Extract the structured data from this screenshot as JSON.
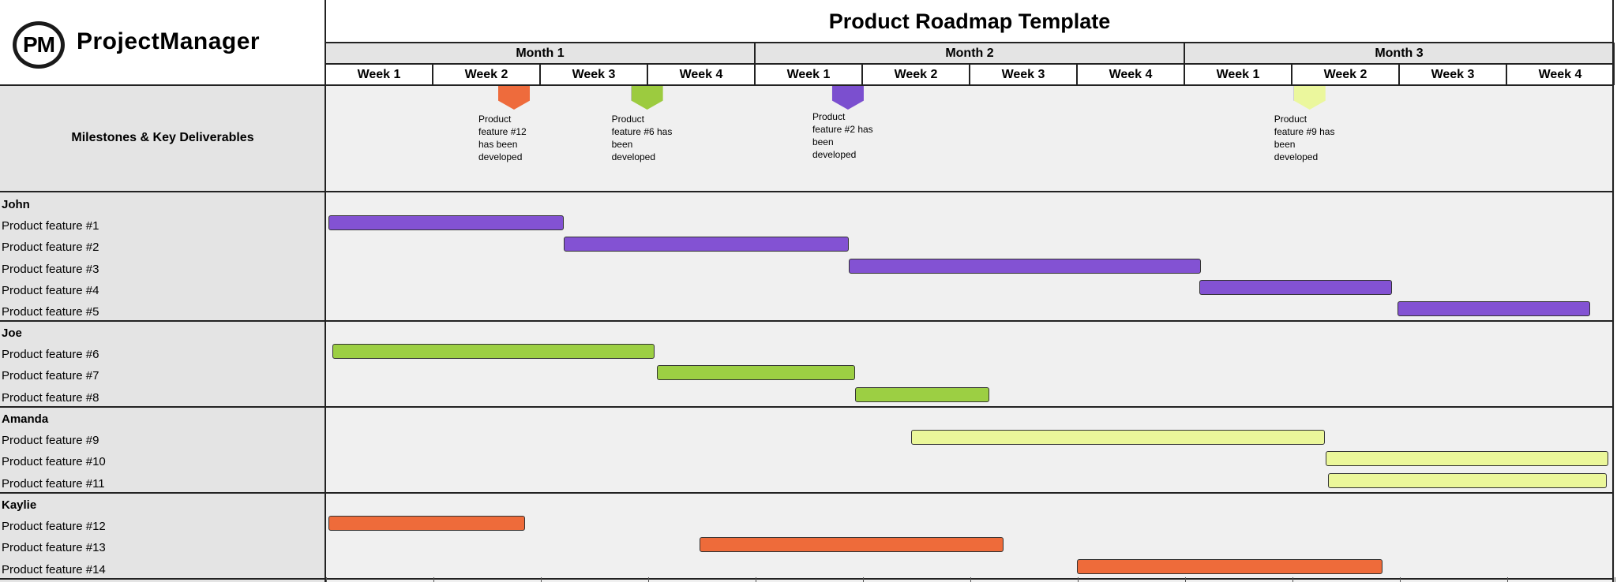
{
  "logo": {
    "mark": "PM",
    "name": "ProjectManager"
  },
  "title": "Product Roadmap Template",
  "months": [
    "Month 1",
    "Month 2",
    "Month 3"
  ],
  "weeks": [
    "Week 1",
    "Week 2",
    "Week 3",
    "Week 4",
    "Week 1",
    "Week 2",
    "Week 3",
    "Week 4",
    "Week 1",
    "Week 2",
    "Week 3",
    "Week 4"
  ],
  "milestones_header": "Milestones & Key Deliverables",
  "milestones": [
    {
      "week_pos": 1.75,
      "color": "#ee6b3c",
      "label": "Product feature #12 has been developed"
    },
    {
      "week_pos": 2.99,
      "color": "#9ccb3f",
      "label": "Product feature #6 has been developed"
    },
    {
      "week_pos": 4.86,
      "color": "#7b4fcf",
      "label": "Product feature #2 has been developed"
    },
    {
      "week_pos": 9.16,
      "color": "#ebf79d",
      "label": "Product feature #9 has been developed"
    }
  ],
  "groups": [
    {
      "owner": "John",
      "color": "#8352d3",
      "features": [
        {
          "name": "Product feature #1",
          "start": 0.02,
          "end": 2.21
        },
        {
          "name": "Product feature #2",
          "start": 2.21,
          "end": 4.87
        },
        {
          "name": "Product feature #3",
          "start": 4.87,
          "end": 8.15
        },
        {
          "name": "Product feature #4",
          "start": 8.13,
          "end": 9.93
        },
        {
          "name": "Product feature #5",
          "start": 9.98,
          "end": 11.77
        }
      ]
    },
    {
      "owner": "Joe",
      "color": "#9ccf43",
      "features": [
        {
          "name": "Product feature #6",
          "start": 0.06,
          "end": 3.06
        },
        {
          "name": "Product feature #7",
          "start": 3.08,
          "end": 4.93
        },
        {
          "name": "Product feature #8",
          "start": 4.93,
          "end": 6.18
        }
      ]
    },
    {
      "owner": "Amanda",
      "color": "#ebf79a",
      "features": [
        {
          "name": "Product feature #9",
          "start": 5.45,
          "end": 9.3
        },
        {
          "name": "Product feature #10",
          "start": 9.31,
          "end": 11.94
        },
        {
          "name": "Product feature #11",
          "start": 9.33,
          "end": 11.93
        }
      ]
    },
    {
      "owner": "Kaylie",
      "color": "#ee6b3a",
      "features": [
        {
          "name": "Product feature #12",
          "start": 0.02,
          "end": 1.85
        },
        {
          "name": "Product feature #13",
          "start": 3.48,
          "end": 6.31
        },
        {
          "name": "Product feature #14",
          "start": 6.99,
          "end": 9.84
        }
      ]
    }
  ]
}
